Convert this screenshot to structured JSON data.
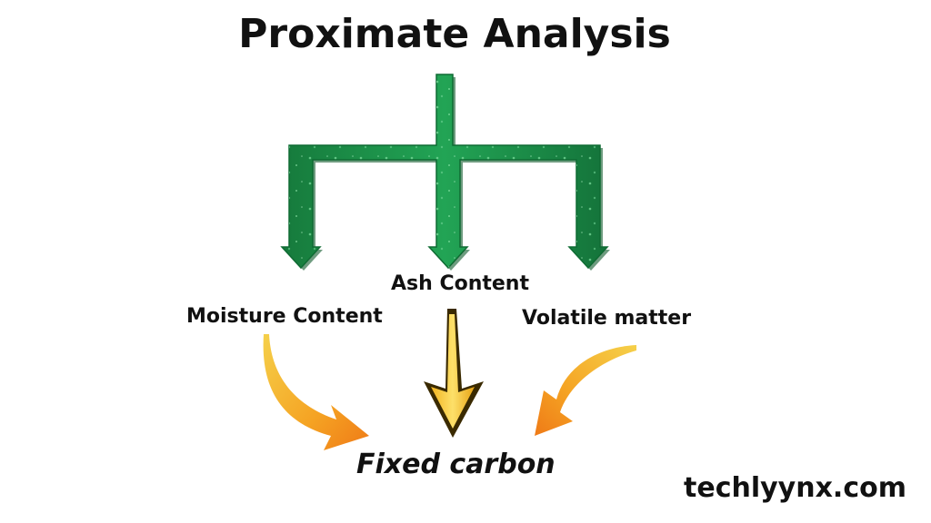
{
  "title": "Proximate Analysis",
  "labels": {
    "ash": "Ash Content",
    "moisture": "Moisture Content",
    "volatile": "Volatile matter",
    "fixed": "Fixed carbon"
  },
  "brand": "techlyynx.com",
  "colors": {
    "tree_green": "#1f9a4f",
    "tree_green_dark": "#0f6b33",
    "tree_speckle": "#7fe0a0",
    "curved_arrow_start": "#f07d1a",
    "curved_arrow_end": "#fbb62f",
    "center_arrow_fill": "#f5c93a",
    "center_arrow_outline": "#3a2a00"
  },
  "icons": {
    "tree": "branching-down-arrows-icon",
    "left_curve": "curved-arrow-right-icon",
    "right_curve": "curved-arrow-left-icon",
    "center": "down-arrow-icon"
  }
}
